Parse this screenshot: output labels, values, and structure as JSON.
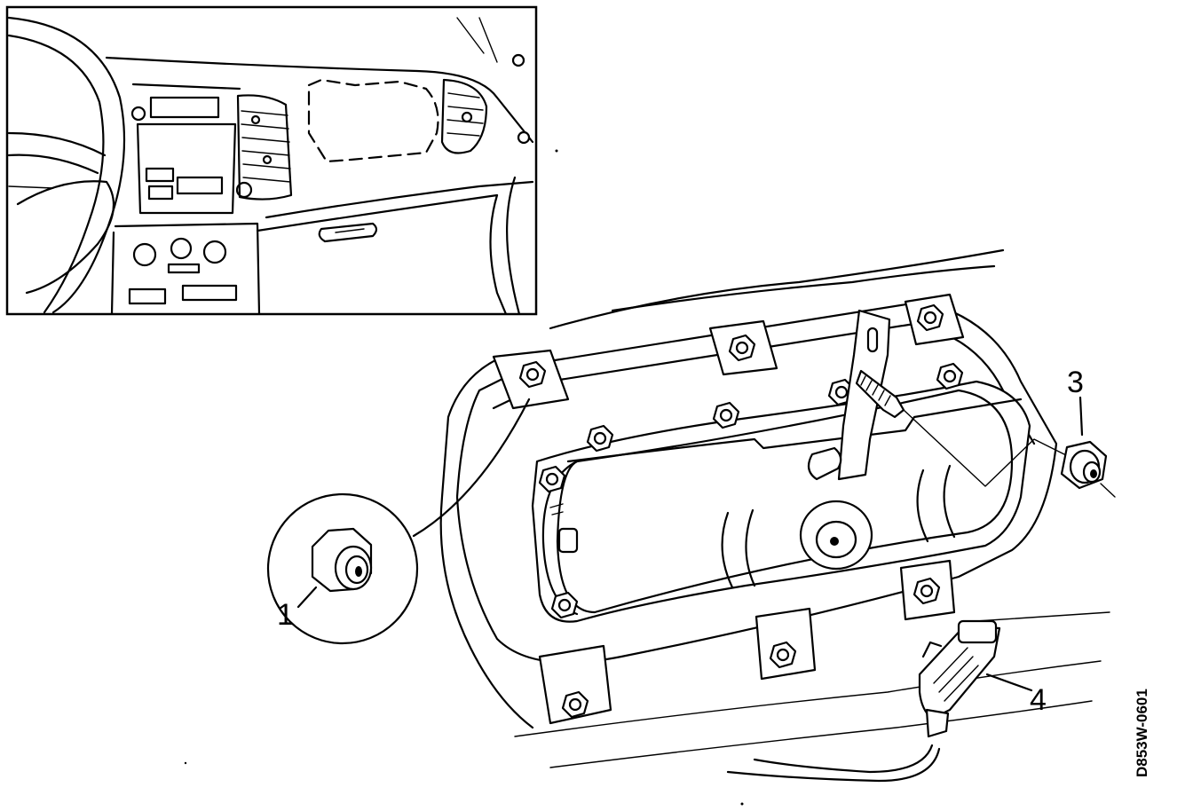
{
  "figure": {
    "code": "D853W-0601",
    "callouts": [
      {
        "id": "1",
        "label": "1",
        "part": "nut"
      },
      {
        "id": "3",
        "label": "3",
        "part": "nut"
      },
      {
        "id": "4",
        "label": "4",
        "part": "connector"
      }
    ],
    "colors": {
      "ink": "#000000",
      "paper": "#ffffff"
    }
  }
}
